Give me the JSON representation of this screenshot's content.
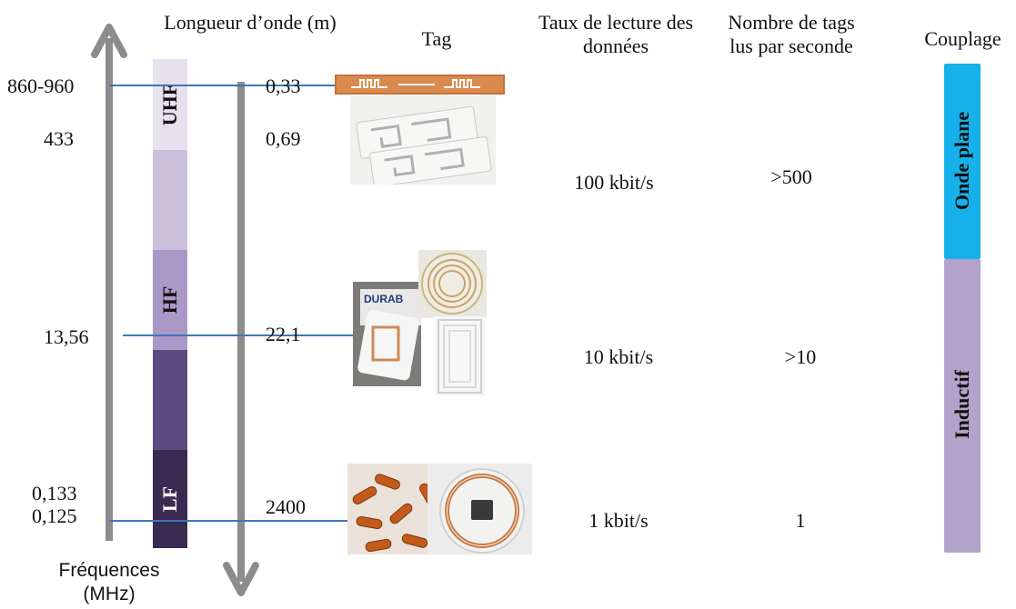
{
  "headers": {
    "wavelength": "Longueur d’onde (m)",
    "tag": "Tag",
    "rate": "Taux de lecture des données",
    "count": "Nombre de tags lus par seconde",
    "coupling": "Couplage"
  },
  "frequency_axis": {
    "label_line1": "Fréquences",
    "label_line2": "(MHz)"
  },
  "frequencies": [
    "860-960",
    "433",
    "13,56",
    "0,133",
    "0,125"
  ],
  "wavelengths": [
    "0,33",
    "0,69",
    "22,1",
    "2400"
  ],
  "bands": [
    {
      "label": "UHF",
      "color": "#e7e0ee"
    },
    {
      "label": "",
      "color": "#cbc0dc"
    },
    {
      "label": "HF",
      "color": "#ab98c7"
    },
    {
      "label": "",
      "color": "#5e4a80"
    },
    {
      "label": "LF",
      "color": "#3a2b52"
    }
  ],
  "rates": [
    "100 kbit/s",
    "10 kbit/s",
    "1 kbit/s"
  ],
  "counts": [
    ">500",
    ">10",
    "1"
  ],
  "coupling": [
    {
      "label": "Onde plane",
      "color": "#16b1ea"
    },
    {
      "label": "Inductif",
      "color": "#b3a2c9"
    }
  ],
  "tag_images": {
    "uhf": "uhf-tag-photo",
    "hf": "hf-tag-photo",
    "lf": "lf-tag-photo",
    "hf_label_text": "DURAB"
  },
  "colors": {
    "arrow": "#8c8c8c",
    "line": "#3f76b8"
  }
}
